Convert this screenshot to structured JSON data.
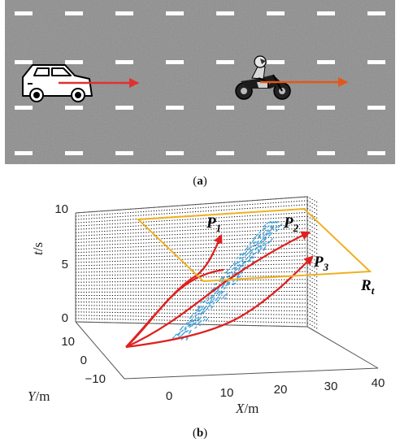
{
  "panel_a": {
    "caption_open": "(",
    "caption_letter": "a",
    "caption_close": ")",
    "colors": {
      "road": "#8c8c8c",
      "lane": "#ffffff",
      "car_arrow": "#e23030",
      "moto_arrow": "#e2581a"
    },
    "icons": [
      "car-icon",
      "motorcycle-icon"
    ]
  },
  "panel_b": {
    "caption_open": "(",
    "caption_letter": "b",
    "caption_close": ")",
    "t_label": "t",
    "t_unit": "/s",
    "x_label": "X",
    "x_unit": "/m",
    "y_label": "Y",
    "y_unit": "/m",
    "t_ticks": [
      "0",
      "5",
      "10"
    ],
    "x_ticks": [
      "0",
      "10",
      "20",
      "30",
      "40"
    ],
    "y_ticks": [
      "−10",
      "0",
      "10"
    ],
    "p1": "P",
    "p1_sub": "1",
    "p2": "P",
    "p2_sub": "2",
    "p3": "P",
    "p3_sub": "3",
    "rt": "R",
    "rt_sub": "t",
    "colors": {
      "paths": "#e02020",
      "plane": "#f0b020",
      "occupancy": "#3fa0d8",
      "grid_dots": "#000000"
    }
  }
}
